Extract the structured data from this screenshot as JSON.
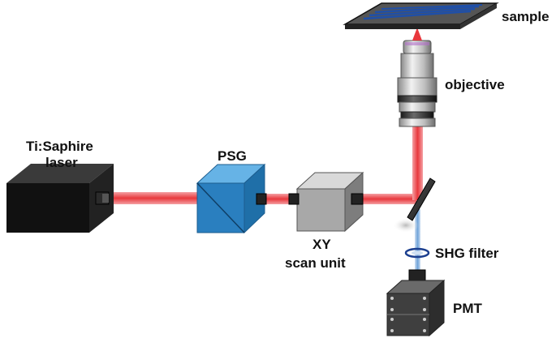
{
  "labels": {
    "sample": "sample",
    "objective": "objective",
    "laser_line1": "Ti:Saphire",
    "laser_line2": "laser",
    "psg": "PSG",
    "xy_line1": "XY",
    "xy_line2": "scan unit",
    "shg_filter": "SHG filter",
    "pmt": "PMT"
  },
  "colors": {
    "beam_red": "#e8383d",
    "beam_blue": "#6fa3d8",
    "psg_blue": "#2a7fbf",
    "laser_black": "#111111",
    "scan_gray": "#9a9a9a"
  }
}
